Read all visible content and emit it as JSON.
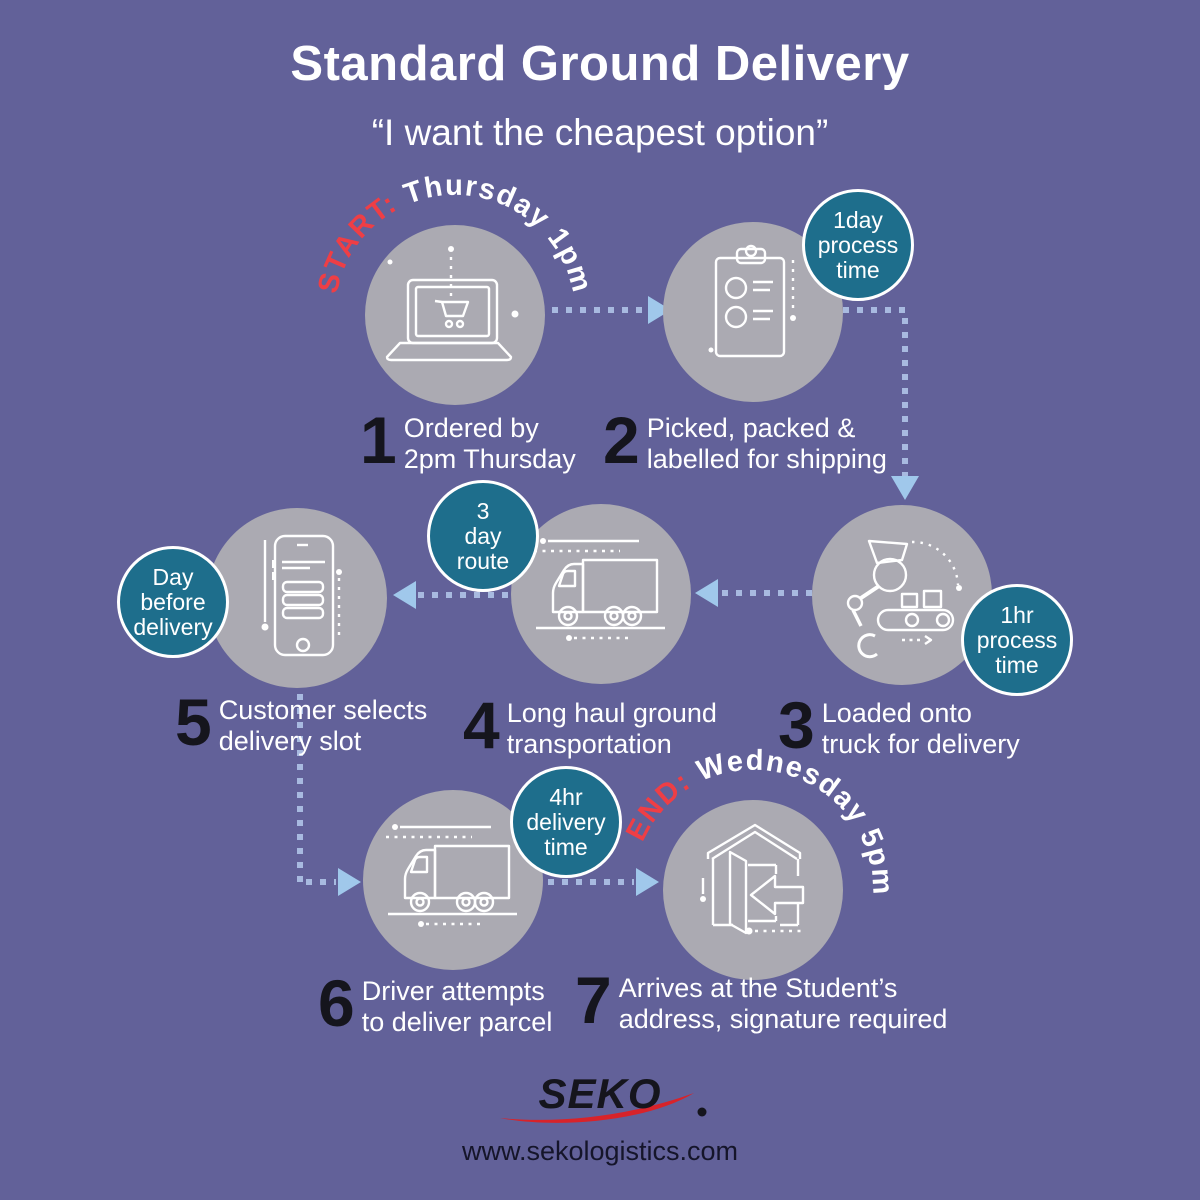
{
  "header": {
    "title": "Standard Ground Delivery",
    "subtitle": "“I want the cheapest option”"
  },
  "flow": {
    "start": {
      "prefix": "START:",
      "label": " Thursday 1pm"
    },
    "end": {
      "prefix": "END:",
      "label": " Wednesday 5pm"
    },
    "steps": [
      {
        "number": "1",
        "line1": "Ordered by",
        "line2": "2pm Thursday",
        "icon": "laptop-cart-icon"
      },
      {
        "number": "2",
        "line1": "Picked, packed &",
        "line2": "labelled for shipping",
        "icon": "clipboard-checklist-icon"
      },
      {
        "number": "3",
        "line1": "Loaded onto",
        "line2": "truck for delivery",
        "icon": "robot-arm-loader-icon"
      },
      {
        "number": "4",
        "line1": "Long haul ground",
        "line2": "transportation",
        "icon": "delivery-truck-icon"
      },
      {
        "number": "5",
        "line1": "Customer selects",
        "line2": "delivery slot",
        "icon": "smartphone-icon"
      },
      {
        "number": "6",
        "line1": "Driver attempts",
        "line2": "to deliver parcel",
        "icon": "delivery-truck-icon"
      },
      {
        "number": "7",
        "line1": "Arrives at the Student’s",
        "line2": "address, signature required",
        "icon": "house-door-arrow-icon"
      }
    ],
    "badges": [
      {
        "line1": "1day",
        "line2": "process",
        "line3": "time"
      },
      {
        "line1": "1hr",
        "line2": "process",
        "line3": "time"
      },
      {
        "line1": "3",
        "line2": "day",
        "line3": "route"
      },
      {
        "line1": "Day",
        "line2": "before",
        "line3": "delivery"
      },
      {
        "line1": "4hr",
        "line2": "delivery",
        "line3": "time"
      }
    ]
  },
  "footer": {
    "logo": "SEKO",
    "website": "www.sekologistics.com"
  },
  "colors": {
    "background": "#626199",
    "step_circle": "#ABAAB2",
    "badge_teal": "#1E6E8C",
    "connector_dots": "#A8BAE0",
    "arrowhead": "#A0C8EB",
    "accent_red": "#EF3E45",
    "number_black": "#15151D",
    "text_white": "#FFFFFF",
    "logo_red": "#D8232A"
  }
}
